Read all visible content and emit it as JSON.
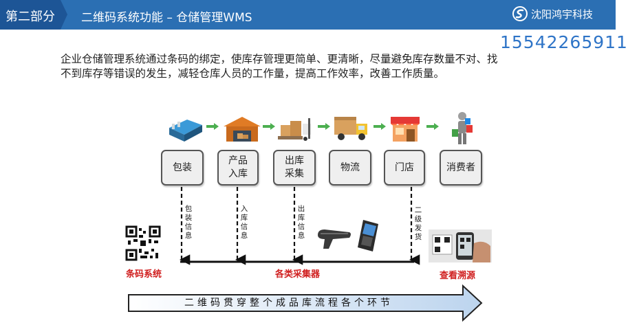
{
  "header": {
    "section": "第二部分",
    "title": "二维码系统功能 – 仓储管理WMS",
    "brand": "沈阳鸿宇科技"
  },
  "contact": {
    "phone": "15542265911"
  },
  "intro": {
    "line1": "企业仓储管理系统通过条码的绑定，使库存管理更简单、更清晰，尽量避免库存数量不对、找",
    "line2": "不到库存等错误的发生，减轻仓库人员的工作量，提高工作效率，改善工作质量。"
  },
  "steps": [
    {
      "label": "包装"
    },
    {
      "label": "产品\n入库"
    },
    {
      "label": "出库\n采集"
    },
    {
      "label": "物流"
    },
    {
      "label": "门店"
    },
    {
      "label": "消费者"
    }
  ],
  "info_labels": [
    "包装信息",
    "入库信息",
    "出库信息",
    "二级发货"
  ],
  "systems": {
    "barcode": "条码系统",
    "collectors": "各类采集器",
    "trace": "查看溯源"
  },
  "flow": {
    "text": "二维码贯穿整个成品库流程各个环节"
  },
  "colors": {
    "header": "#2b6fb3",
    "tab": "#1d5596",
    "accent_red": "#d01f1f",
    "phone": "#2e74c7",
    "arrow_green": "#4caf50"
  }
}
